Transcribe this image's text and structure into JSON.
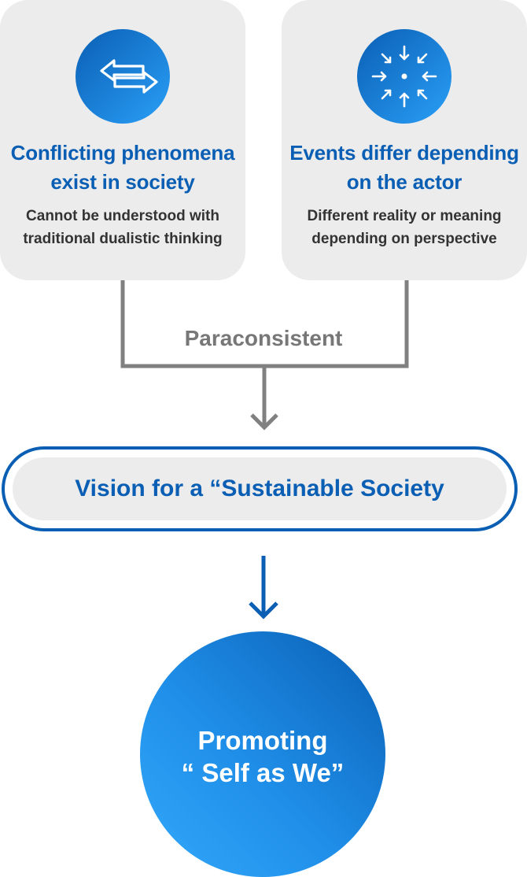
{
  "cards": [
    {
      "icon": "left-right-arrows-icon",
      "title": "Conflicting phenomena\nexist in society",
      "subtitle": "Cannot be understood with\ntraditional dualistic thinking"
    },
    {
      "icon": "converging-arrows-icon",
      "title": "Events differ depending\non the actor",
      "subtitle": "Different reality or meaning\ndepending on perspective"
    }
  ],
  "connector_label": "Paraconsistent",
  "vision": "Vision for a “Sustainable Society",
  "goal": "Promoting\n“ Self as We”",
  "colors": {
    "primary_blue": "#0a5fb4",
    "light_blue": "#2a9ff7",
    "card_gray": "#ececec",
    "connector_gray": "#808080"
  }
}
